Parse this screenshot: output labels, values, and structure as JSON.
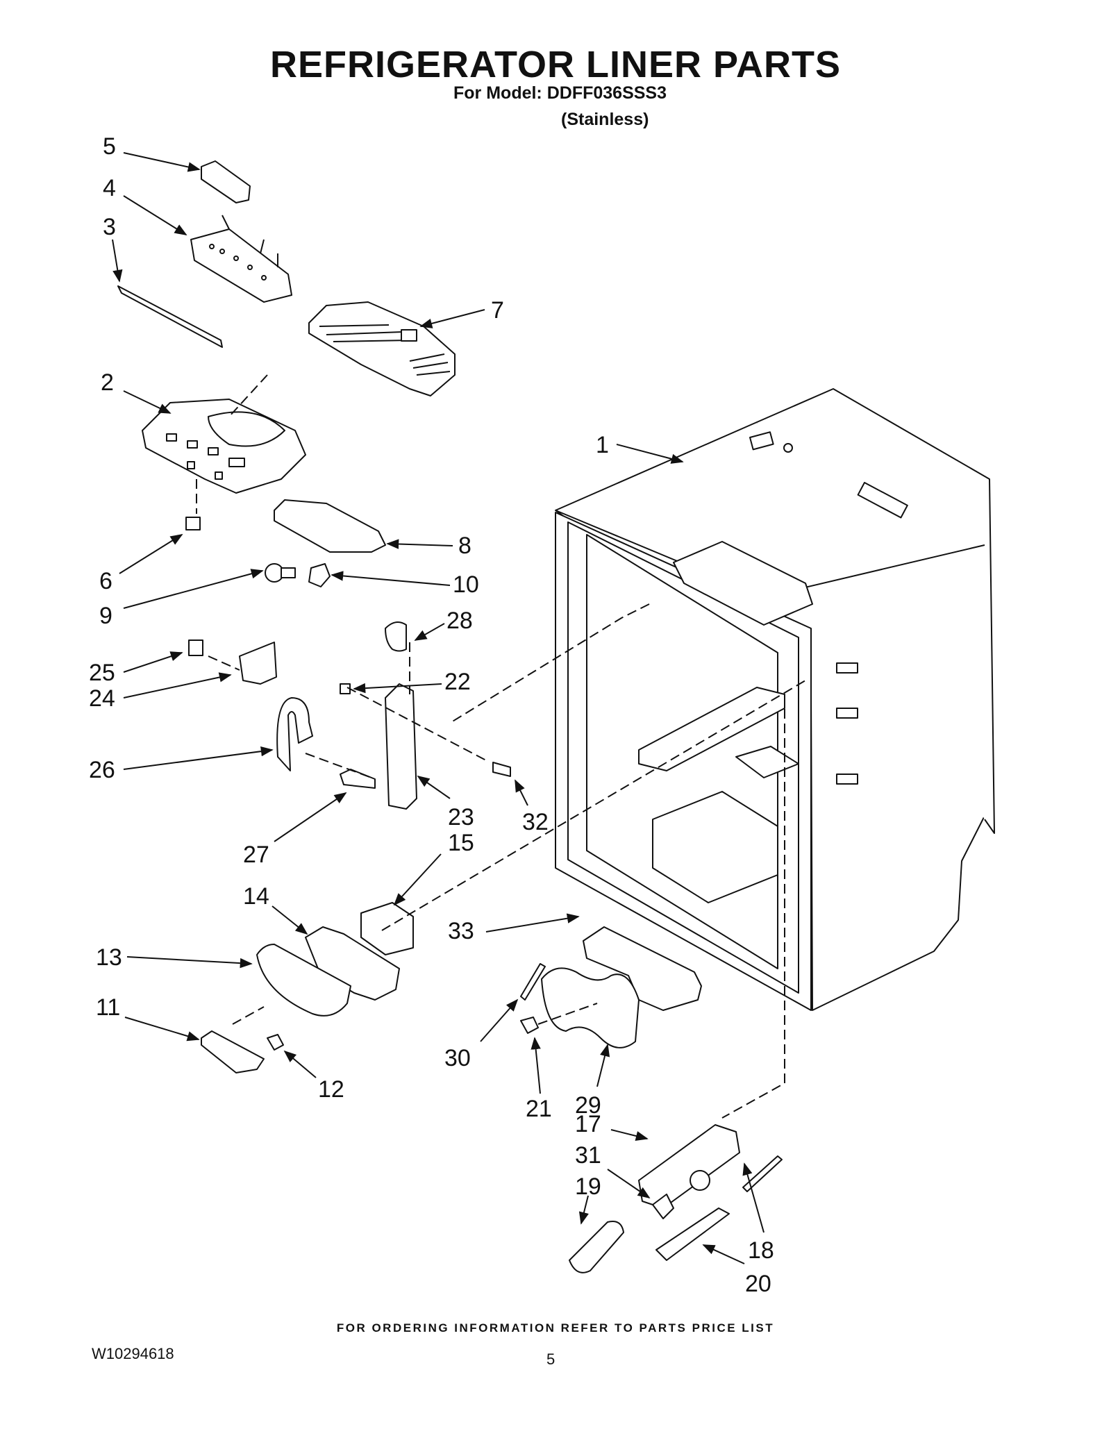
{
  "header": {
    "title": "REFRIGERATOR LINER PARTS",
    "model_line": "For Model: DDFF036SSS3",
    "finish_line": "(Stainless)"
  },
  "callouts": [
    {
      "id": "c1",
      "label": "1"
    },
    {
      "id": "c2",
      "label": "2"
    },
    {
      "id": "c3",
      "label": "3"
    },
    {
      "id": "c4",
      "label": "4"
    },
    {
      "id": "c5",
      "label": "5"
    },
    {
      "id": "c6",
      "label": "6"
    },
    {
      "id": "c7",
      "label": "7"
    },
    {
      "id": "c8",
      "label": "8"
    },
    {
      "id": "c9",
      "label": "9"
    },
    {
      "id": "c10",
      "label": "10"
    },
    {
      "id": "c11",
      "label": "11"
    },
    {
      "id": "c12",
      "label": "12"
    },
    {
      "id": "c13",
      "label": "13"
    },
    {
      "id": "c14",
      "label": "14"
    },
    {
      "id": "c15",
      "label": "15"
    },
    {
      "id": "c17",
      "label": "17"
    },
    {
      "id": "c18",
      "label": "18"
    },
    {
      "id": "c19",
      "label": "19"
    },
    {
      "id": "c20",
      "label": "20"
    },
    {
      "id": "c21",
      "label": "21"
    },
    {
      "id": "c22",
      "label": "22"
    },
    {
      "id": "c23",
      "label": "23"
    },
    {
      "id": "c24",
      "label": "24"
    },
    {
      "id": "c25",
      "label": "25"
    },
    {
      "id": "c26",
      "label": "26"
    },
    {
      "id": "c27",
      "label": "27"
    },
    {
      "id": "c28",
      "label": "28"
    },
    {
      "id": "c29",
      "label": "29"
    },
    {
      "id": "c30",
      "label": "30"
    },
    {
      "id": "c31",
      "label": "31"
    },
    {
      "id": "c32",
      "label": "32"
    },
    {
      "id": "c33",
      "label": "33"
    }
  ],
  "footer": {
    "ordering_note": "FOR ORDERING INFORMATION REFER TO PARTS PRICE LIST",
    "document_number": "W10294618",
    "page_number": "5"
  }
}
